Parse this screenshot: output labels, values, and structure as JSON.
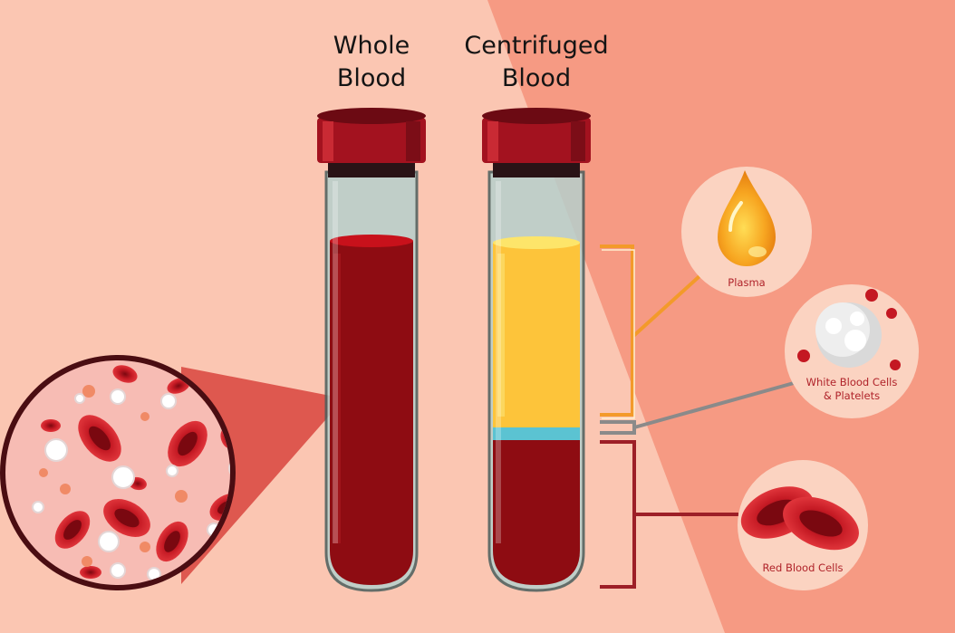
{
  "titles": {
    "whole_blood": [
      "Whole",
      "Blood"
    ],
    "centrifuged_blood": [
      "Centrifuged",
      "Blood"
    ]
  },
  "labels": {
    "plasma": "Plasma",
    "wbc_platelets": [
      "White Blood Cells",
      "& Platelets"
    ],
    "rbc": "Red Blood Cells"
  },
  "colors": {
    "background_light": "#fbc6b2",
    "background_dark": "#f69a83",
    "blood": "#8e0c12",
    "plasma": "#fdc43a",
    "buffy_coat": "#5bc3d2",
    "cap": "#a3121f",
    "label_text": "#b0232a",
    "title_text": "#141414"
  },
  "icons": [
    "plasma-drop-icon",
    "white-blood-cell-icon",
    "platelet-icon",
    "red-blood-cell-icon",
    "microscope-zoom-icon"
  ]
}
